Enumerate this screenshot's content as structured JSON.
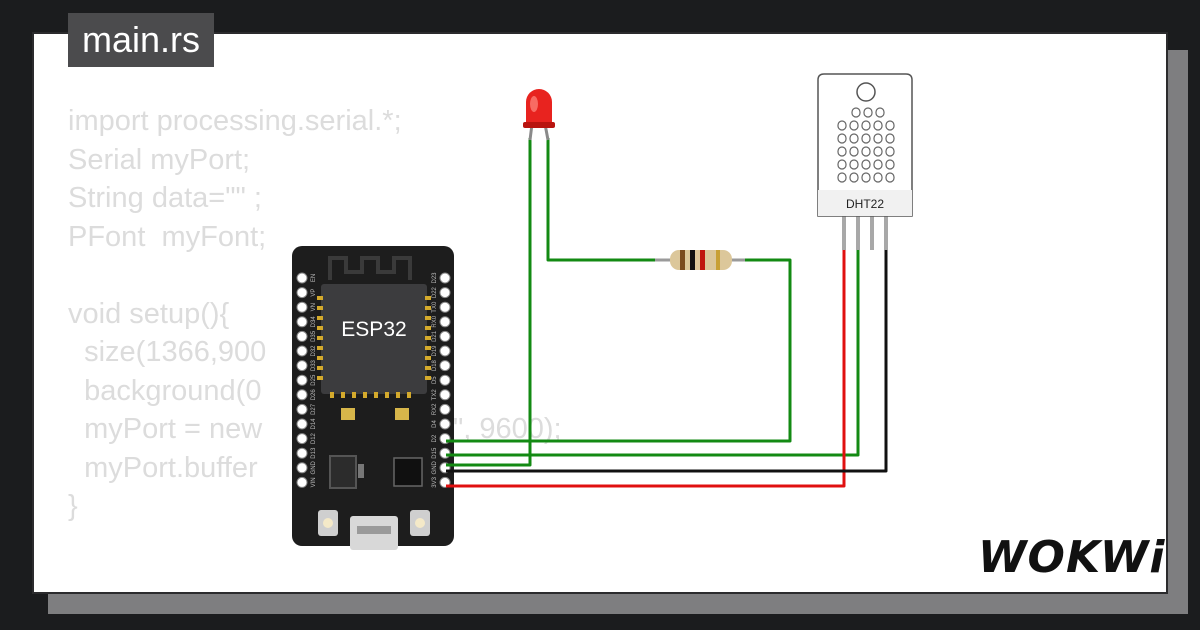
{
  "editor": {
    "file_tab": "main.rs",
    "code_lines": [
      "import processing.serial.*;",
      "Serial myPort;",
      "String data=\"\" ;",
      "PFont  myFont;",
      "",
      "void setup(){",
      "  size(1366,900",
      "  background(0",
      "  myPort = new          , \"COM3\", 9600);",
      "  myPort.buffer",
      "}"
    ]
  },
  "circuit": {
    "board_label": "ESP32",
    "sensor_label": "DHT22",
    "left_pins": [
      "EN",
      "VP",
      "VN",
      "D34",
      "D35",
      "D32",
      "D33",
      "D25",
      "D26",
      "D27",
      "D14",
      "D12",
      "D13",
      "GND",
      "VIN"
    ],
    "right_pins": [
      "D23",
      "D22",
      "TX0",
      "RX0",
      "D21",
      "D19",
      "D18",
      "D5",
      "TX2",
      "RX2",
      "D4",
      "D2",
      "D15",
      "GND",
      "3V3"
    ],
    "colors": {
      "wire_green": "#138a13",
      "wire_red": "#e01010",
      "wire_black": "#111111",
      "led_red": "#e8231f",
      "board": "#1d1d1d"
    }
  },
  "branding": {
    "logo": "WOKWi"
  }
}
